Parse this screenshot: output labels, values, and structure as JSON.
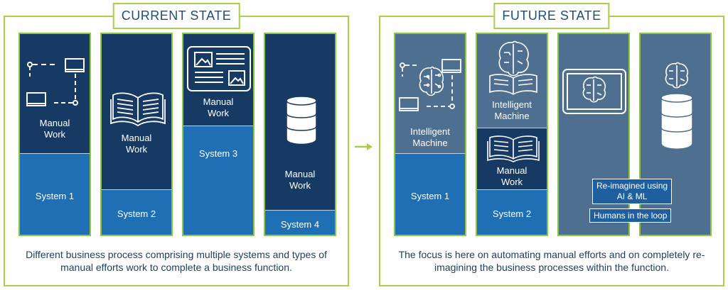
{
  "current": {
    "title": "CURRENT STATE",
    "columns": [
      {
        "work": "Manual\nWork",
        "system": "System 1"
      },
      {
        "work": "Manual\nWork",
        "system": "System 2"
      },
      {
        "work": "Manual\nWork",
        "system": "System 3"
      },
      {
        "work": "Manual\nWork",
        "system": "System 4"
      }
    ],
    "caption": "Different business process comprising multiple systems and types of manual efforts work to complete a business function."
  },
  "future": {
    "title": "FUTURE STATE",
    "col1": {
      "machine": "Intelligent\nMachine",
      "system": "System 1"
    },
    "col2": {
      "machine": "Intelligent\nMachine",
      "work": "Manual\nWork",
      "system": "System 2"
    },
    "label1": "Re-imagined using\nAI & ML",
    "label2": "Humans in the loop",
    "caption": "The focus is here on automating manual efforts and on completely re-imagining the business processes within the function."
  },
  "icons": [
    "flow-diagram-icon",
    "open-book-icon",
    "tablet-document-icon",
    "database-icon",
    "brain-icon",
    "arrow-right-icon"
  ],
  "colors": {
    "border": "#a7cf4a",
    "dark": "#163a63",
    "blue": "#1f6fb5",
    "slate": "#4e6f8f",
    "text": "#1d3f64"
  }
}
